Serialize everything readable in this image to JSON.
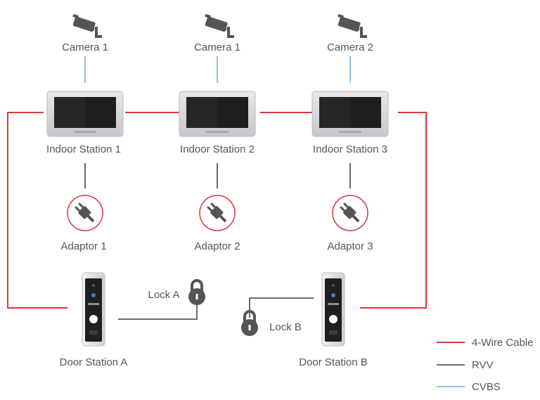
{
  "colors": {
    "four_wire": "#d9363e",
    "rvv": "#6b6b6b",
    "cvbs": "#8ec3e8",
    "label": "#555555",
    "icon_dark": "#555555"
  },
  "cameras": [
    {
      "label": "Camera 1"
    },
    {
      "label": "Camera 1"
    },
    {
      "label": "Camera 2"
    }
  ],
  "indoor_stations": [
    {
      "label": "Indoor Station 1"
    },
    {
      "label": "Indoor Station 2"
    },
    {
      "label": "Indoor Station 3"
    }
  ],
  "adaptors": [
    {
      "label": "Adaptor 1"
    },
    {
      "label": "Adaptor 2"
    },
    {
      "label": "Adaptor 3"
    }
  ],
  "door_stations": [
    {
      "label": "Door Station A"
    },
    {
      "label": "Door Station B"
    }
  ],
  "locks": [
    {
      "label": "Lock A"
    },
    {
      "label": "Lock B"
    }
  ],
  "legend": [
    {
      "label": "4-Wire Cable",
      "color": "#d9363e"
    },
    {
      "label": "RVV",
      "color": "#6b6b6b"
    },
    {
      "label": "CVBS",
      "color": "#8ec3e8"
    }
  ]
}
